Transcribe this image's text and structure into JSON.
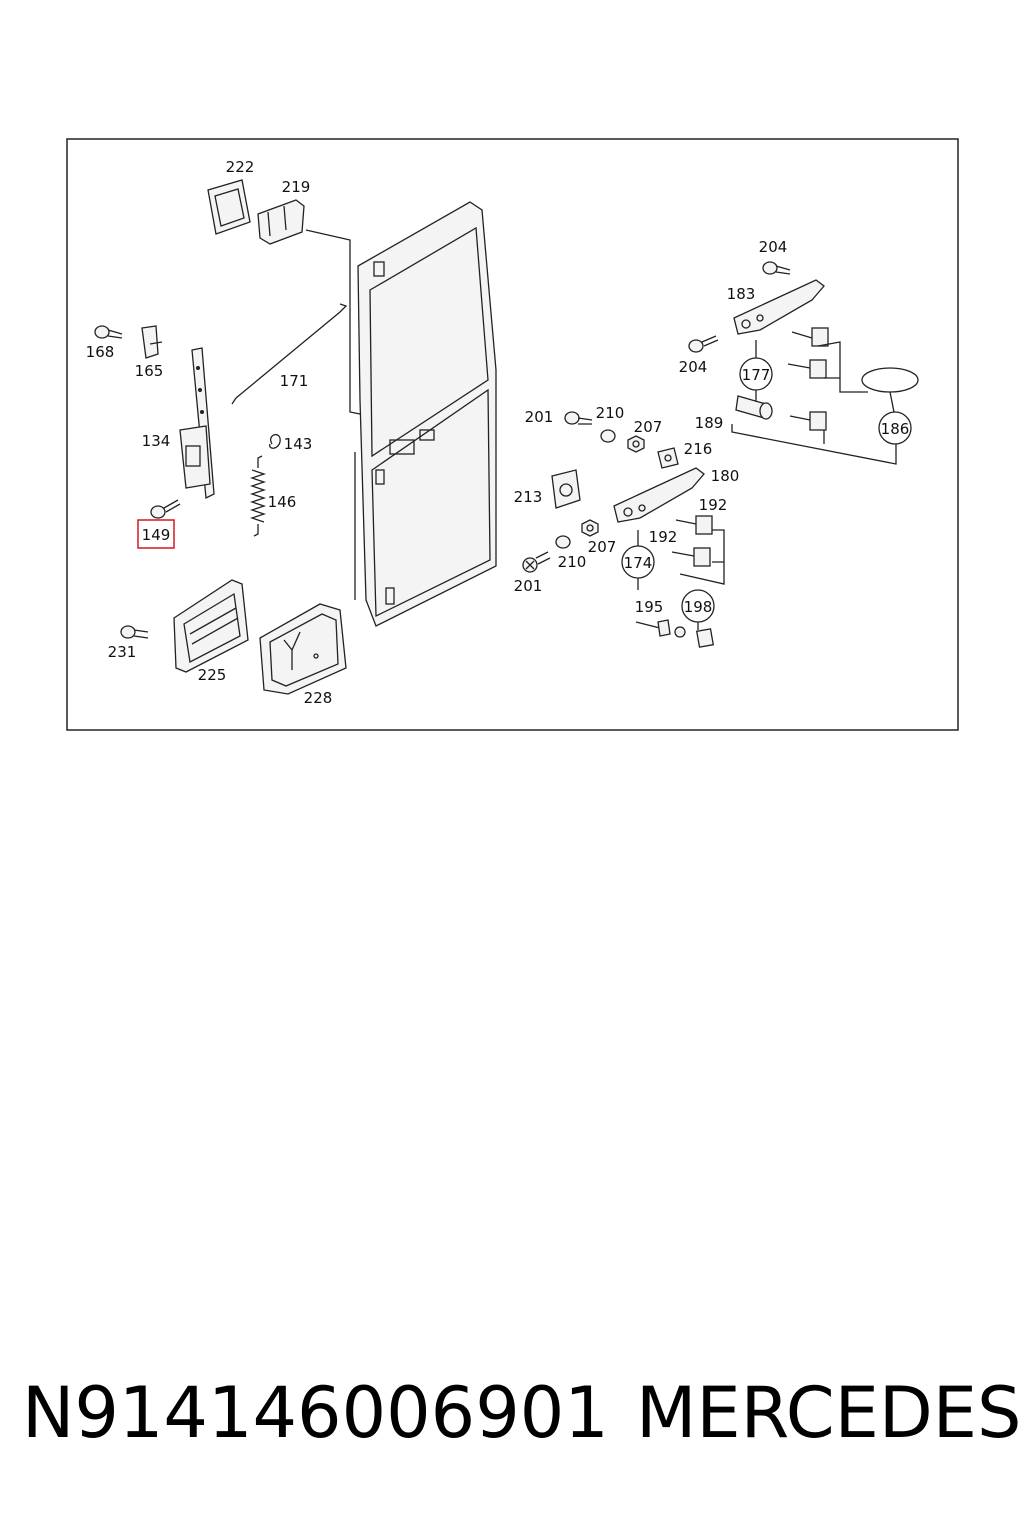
{
  "footer": {
    "part_number": "N914146006901",
    "brand": "MERCEDES"
  },
  "highlight": {
    "label": "149",
    "color": "#d9262c"
  },
  "labels": {
    "l222": "222",
    "l219": "219",
    "l168": "168",
    "l165": "165",
    "l171": "171",
    "l134": "134",
    "l143": "143",
    "l146": "146",
    "l149": "149",
    "l231": "231",
    "l225": "225",
    "l228": "228",
    "l204a": "204",
    "l183": "183",
    "l204b": "204",
    "l177": "177",
    "l189": "189",
    "l186": "186",
    "l201a": "201",
    "l210a": "210",
    "l207a": "207",
    "l216": "216",
    "l213": "213",
    "l180": "180",
    "l192a": "192",
    "l192b": "192",
    "l207b": "207",
    "l210b": "210",
    "l201b": "201",
    "l174": "174",
    "l195": "195",
    "l198": "198"
  }
}
